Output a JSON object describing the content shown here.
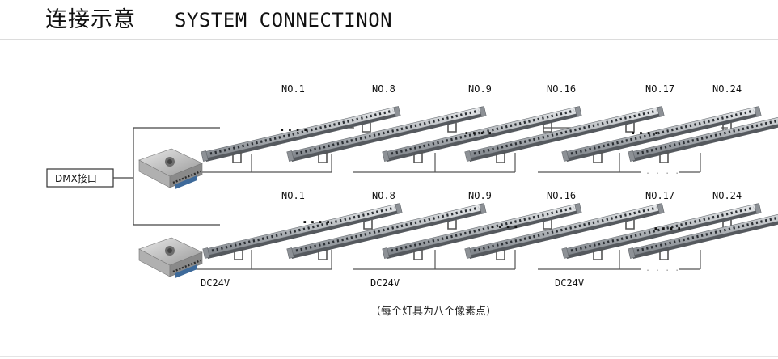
{
  "title": {
    "cn": "连接示意",
    "en": "SYSTEM CONNECTINON"
  },
  "dmx_label": "DMX接口",
  "row1_labels": [
    "NO.1",
    "NO.8",
    "NO.9",
    "NO.16",
    "NO.17",
    "NO.24"
  ],
  "row2_labels": [
    "NO.1",
    "NO.8",
    "NO.9",
    "NO.16",
    "NO.17",
    "NO.24"
  ],
  "power_labels": [
    "DC24V",
    "DC24V",
    "DC24V"
  ],
  "ellipsis": "....",
  "faint_ellipsis": ". . . .",
  "footnote": "（每个灯具为八个像素点）",
  "colors": {
    "line": "#444444",
    "bar_body": "#b9bcc0",
    "bar_dark": "#5a5e63",
    "led": "#2a2e33"
  }
}
